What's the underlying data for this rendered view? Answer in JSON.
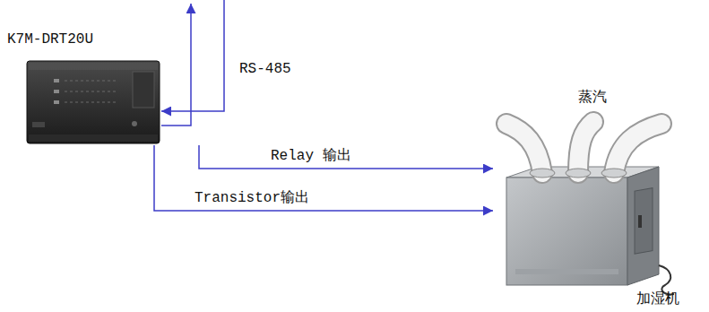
{
  "diagram": {
    "nodes": [
      {
        "text": [
          "K7M-DRT20U"
        ]
      },
      {
        "text": [
          "蒸汽",
          "加湿机"
        ]
      }
    ],
    "edges": [
      {
        "from": 0,
        "to": 1,
        "arrow": "to",
        "label": "Relay 输出"
      },
      {
        "from": 0,
        "to": 1,
        "arrow": "to",
        "label": "Transistor输出"
      }
    ],
    "labels": [
      "RS-485"
    ]
  }
}
